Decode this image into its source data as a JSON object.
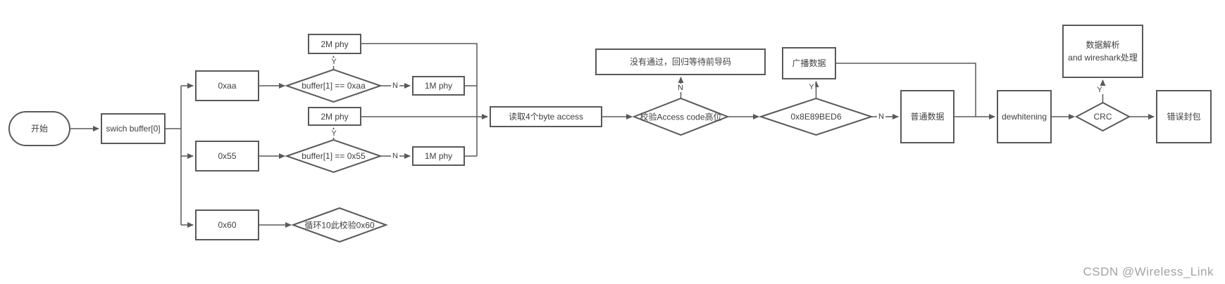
{
  "nodes": {
    "start": {
      "label": "开始",
      "type": "terminator"
    },
    "switch_buffer": {
      "label": "swich buffer[0]",
      "type": "process"
    },
    "b0xaa": {
      "label": "0xaa",
      "type": "process"
    },
    "b0x55": {
      "label": "0x55",
      "type": "process"
    },
    "b0x60": {
      "label": "0x60",
      "type": "process"
    },
    "phy2m_top": {
      "label": "2M phy",
      "type": "process"
    },
    "phy2m_mid": {
      "label": "2M phy",
      "type": "process"
    },
    "phy1m_top": {
      "label": "1M phy",
      "type": "process"
    },
    "phy1m_bot": {
      "label": "1M phy",
      "type": "process"
    },
    "check_0xaa": {
      "label": "buffer[1] == 0xaa",
      "type": "decision"
    },
    "check_0x55": {
      "label": "buffer[1] == 0x55",
      "type": "decision"
    },
    "check_0x60": {
      "label": "循环10此校验0x60",
      "type": "decision"
    },
    "read_access": {
      "label": "读取4个byte access",
      "type": "process"
    },
    "fail_return": {
      "label": "没有通过，回归等待前导码",
      "type": "process"
    },
    "check_access_high": {
      "label": "校验Access code高位",
      "type": "decision"
    },
    "check_access_addr": {
      "label": "0x8E89BED6",
      "type": "decision"
    },
    "broadcast_data": {
      "label": "广播数据",
      "type": "process"
    },
    "normal_data": {
      "label": "普通数据",
      "type": "process"
    },
    "dewhitening": {
      "label": "dewhitening",
      "type": "process"
    },
    "crc": {
      "label": "CRC",
      "type": "decision"
    },
    "parse": {
      "line1": "数据解析",
      "line2": "and wireshark处理",
      "type": "process"
    },
    "error_packet": {
      "label": "错误封包",
      "type": "process"
    }
  },
  "edge_labels": {
    "yes": "Y",
    "no": "N"
  },
  "edges": [
    {
      "from": "start",
      "to": "switch_buffer",
      "label": ""
    },
    {
      "from": "switch_buffer",
      "to": "b0xaa",
      "label": ""
    },
    {
      "from": "switch_buffer",
      "to": "b0x55",
      "label": ""
    },
    {
      "from": "switch_buffer",
      "to": "b0x60",
      "label": ""
    },
    {
      "from": "b0xaa",
      "to": "check_0xaa",
      "label": ""
    },
    {
      "from": "check_0xaa",
      "to": "phy2m_top",
      "label": "Y"
    },
    {
      "from": "check_0xaa",
      "to": "phy1m_top",
      "label": "N"
    },
    {
      "from": "b0x55",
      "to": "check_0x55",
      "label": ""
    },
    {
      "from": "check_0x55",
      "to": "phy2m_mid",
      "label": "Y"
    },
    {
      "from": "check_0x55",
      "to": "phy1m_bot",
      "label": "N"
    },
    {
      "from": "b0x60",
      "to": "check_0x60",
      "label": ""
    },
    {
      "from": "phy2m_top",
      "to": "read_access",
      "label": ""
    },
    {
      "from": "phy1m_top",
      "to": "read_access",
      "label": ""
    },
    {
      "from": "phy2m_mid",
      "to": "read_access",
      "label": ""
    },
    {
      "from": "phy1m_bot",
      "to": "read_access",
      "label": ""
    },
    {
      "from": "read_access",
      "to": "check_access_high",
      "label": ""
    },
    {
      "from": "check_access_high",
      "to": "fail_return",
      "label": "N"
    },
    {
      "from": "check_access_high",
      "to": "check_access_addr",
      "label": ""
    },
    {
      "from": "check_access_addr",
      "to": "broadcast_data",
      "label": "Y"
    },
    {
      "from": "check_access_addr",
      "to": "normal_data",
      "label": "N"
    },
    {
      "from": "broadcast_data",
      "to": "dewhitening",
      "label": ""
    },
    {
      "from": "normal_data",
      "to": "dewhitening",
      "label": ""
    },
    {
      "from": "dewhitening",
      "to": "crc",
      "label": ""
    },
    {
      "from": "crc",
      "to": "parse",
      "label": "Y"
    },
    {
      "from": "crc",
      "to": "error_packet",
      "label": ""
    }
  ],
  "colors": {
    "stroke": "#595959",
    "text": "#404040",
    "background": "#ffffff",
    "watermark": "#a3a3a3"
  },
  "watermark": "CSDN @Wireless_Link"
}
